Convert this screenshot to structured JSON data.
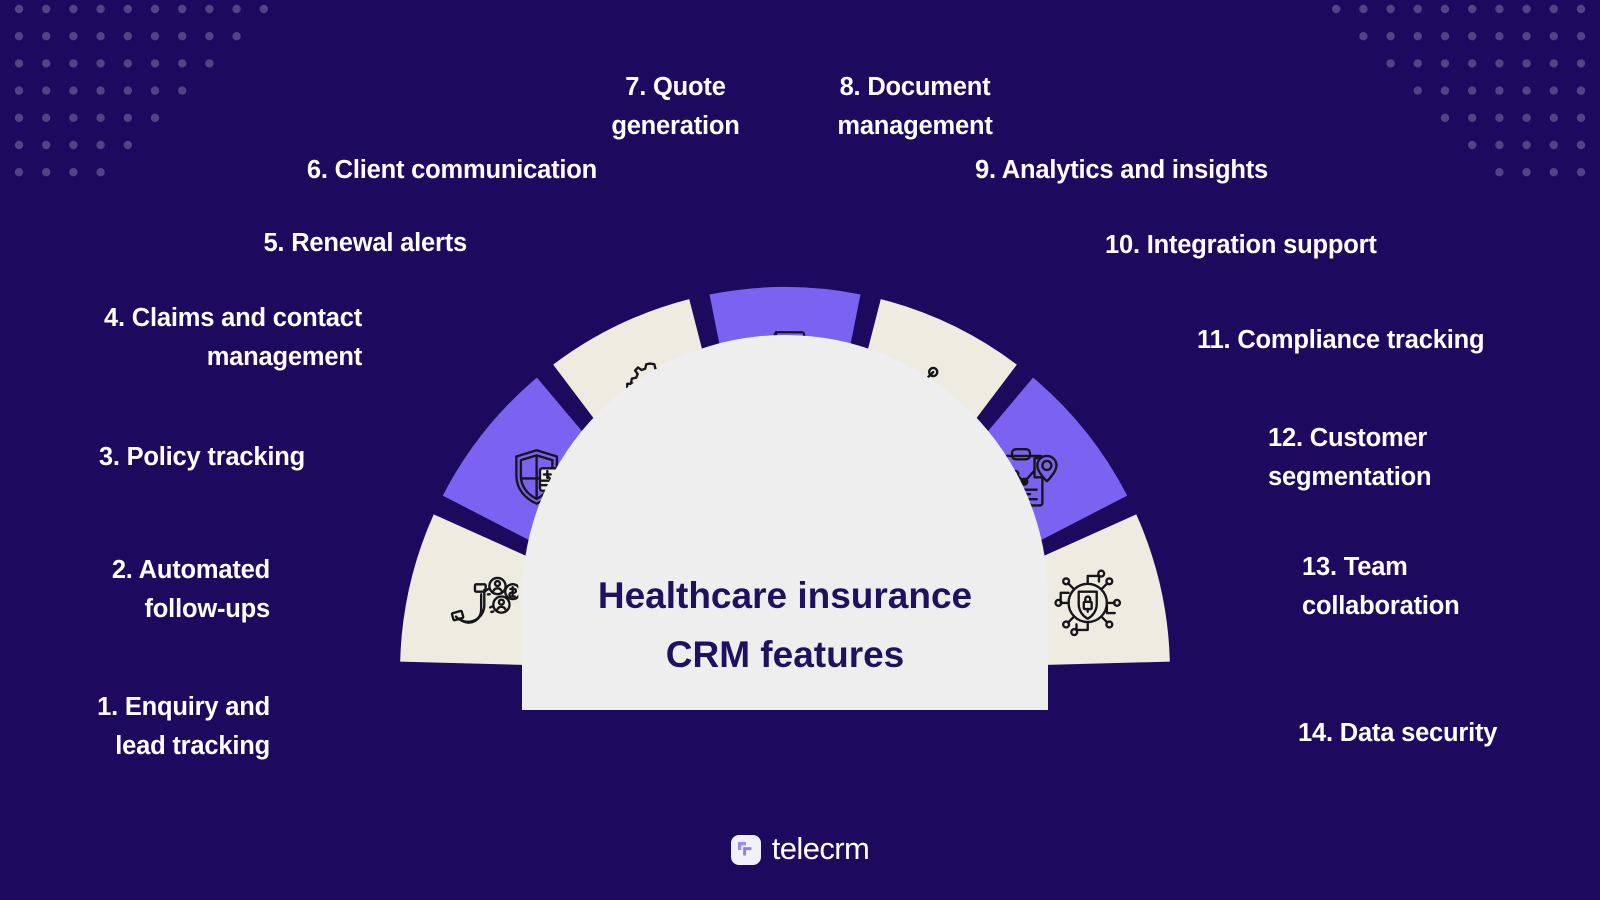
{
  "meta": {
    "background_color": "#1d0a5e",
    "wedge_cream": "#eeebe0",
    "wedge_cream_shadow": "#c7c5ba",
    "wedge_purple": "#7b62f0",
    "wedge_purple_shadow": "#6450c0",
    "center_fill": "#eeeeee",
    "title_color": "#20115e",
    "label_color": "#ffffff",
    "dot_color": "#534285"
  },
  "center": {
    "title": "Healthcare insurance\nCRM features"
  },
  "footer": {
    "logo_icon": "telecrm-logo-icon",
    "wordmark": "telecrm"
  },
  "items": [
    {
      "n": 1,
      "label": "1. Enquiry and\nlead tracking",
      "icon": "magnet-leads-icon",
      "style": "cream"
    },
    {
      "n": 2,
      "label": "2. Automated\nfollow-ups",
      "icon": "magnet-leads-icon",
      "style": "cream"
    },
    {
      "n": 3,
      "label": "3. Policy tracking",
      "icon": "shield-policy-card-icon",
      "style": "purple"
    },
    {
      "n": 4,
      "label": "4. Claims and contact\nmanagement",
      "icon": "shield-policy-card-icon",
      "style": "purple"
    },
    {
      "n": 5,
      "label": "5. Renewal alerts",
      "icon": "gear-people-icon",
      "style": "cream"
    },
    {
      "n": 6,
      "label": "6. Client communication",
      "icon": "gear-people-icon",
      "style": "cream"
    },
    {
      "n": 7,
      "label": "7. Quote\ngeneration",
      "icon": "document-search-icon",
      "style": "purple"
    },
    {
      "n": 8,
      "label": "8. Document\nmanagement",
      "icon": "document-search-icon",
      "style": "purple"
    },
    {
      "n": 9,
      "label": "9. Analytics and insights",
      "icon": "chart-clock-icon",
      "style": "cream"
    },
    {
      "n": 10,
      "label": "10. Integration support",
      "icon": "chart-clock-icon",
      "style": "cream"
    },
    {
      "n": 11,
      "label": "11. Compliance tracking",
      "icon": "clipboard-location-icon",
      "style": "purple"
    },
    {
      "n": 12,
      "label": "12. Customer\nsegmentation",
      "icon": "clipboard-location-icon",
      "style": "purple"
    },
    {
      "n": 13,
      "label": "13. Team\ncollaboration",
      "icon": "network-lock-icon",
      "style": "cream"
    },
    {
      "n": 14,
      "label": "14. Data security",
      "icon": "network-lock-icon",
      "style": "cream"
    }
  ],
  "wedges": [
    {
      "id": "wedge-lead-tracking",
      "items": [
        1,
        2
      ],
      "style": "cream"
    },
    {
      "id": "wedge-policy-claims",
      "items": [
        3,
        4
      ],
      "style": "purple"
    },
    {
      "id": "wedge-renewal-client",
      "items": [
        5,
        6
      ],
      "style": "cream"
    },
    {
      "id": "wedge-quote-document",
      "items": [
        7,
        8
      ],
      "style": "purple"
    },
    {
      "id": "wedge-analytics-integration",
      "items": [
        9,
        10
      ],
      "style": "cream"
    },
    {
      "id": "wedge-compliance-customer",
      "items": [
        11,
        12
      ],
      "style": "purple"
    },
    {
      "id": "wedge-team-security",
      "items": [
        13,
        14
      ],
      "style": "cream"
    }
  ]
}
